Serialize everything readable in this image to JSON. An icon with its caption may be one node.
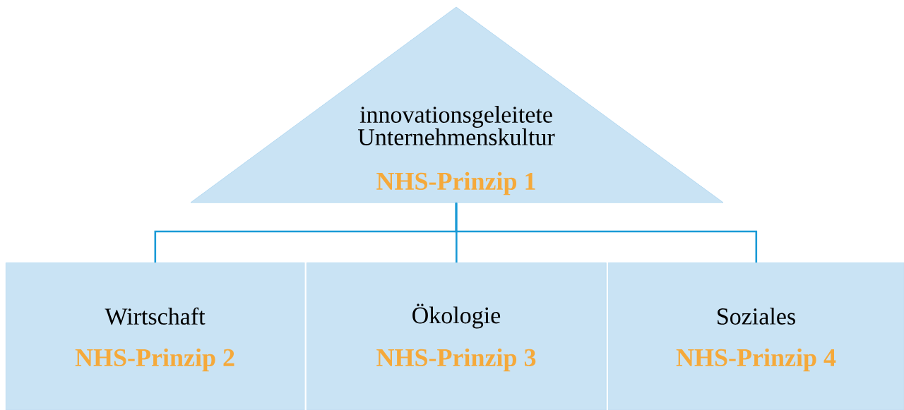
{
  "diagram": {
    "nodes": [
      {
        "text": [
          "innovationsgeleitete Unternehmenskultur",
          "NHS-Prinzip 1"
        ]
      },
      {
        "text": [
          "Wirtschaft",
          "NHS-Prinzip 2"
        ]
      },
      {
        "text": [
          "Ökologie",
          "NHS-Prinzip 3"
        ]
      },
      {
        "text": [
          "Soziales",
          "NHS-Prinzip 4"
        ]
      }
    ],
    "edges": [
      {
        "from": 0,
        "to": 1,
        "arrow": "none"
      },
      {
        "from": 0,
        "to": 2,
        "arrow": "none"
      },
      {
        "from": 0,
        "to": 3,
        "arrow": "none"
      }
    ]
  }
}
